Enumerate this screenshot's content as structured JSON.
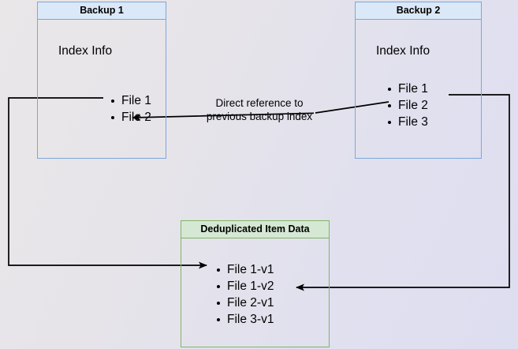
{
  "diagram": {
    "title": "Backup deduplication index reference diagram",
    "background": {
      "from_color": "#e9e7e8",
      "to_color": "#dedef1"
    },
    "colors": {
      "backup_border": "#7ea6d9",
      "backup_header_fill": "#dbe8f7",
      "dedup_border": "#82b366",
      "dedup_header_fill": "#d5e8d4",
      "connector": "#000000"
    },
    "nodes": {
      "backup1": {
        "header": "Backup 1",
        "subtitle": "Index Info",
        "items": [
          "File 1",
          "File 2"
        ]
      },
      "backup2": {
        "header": "Backup 2",
        "subtitle": "Index Info",
        "items": [
          "File 1",
          "File 2",
          "File 3"
        ]
      },
      "dedup": {
        "header": "Deduplicated Item Data",
        "items": [
          "File 1-v1",
          "File 1-v2",
          "File 2-v1",
          "File 3-v1"
        ]
      }
    },
    "labels": {
      "direct_reference_line1": "Direct reference to",
      "direct_reference_line2": "previous backup index"
    },
    "connectors": [
      {
        "name": "backup2-file2-to-backup1-file2",
        "from": "Backup 2 / File 2",
        "to": "Backup 1 / File 2",
        "arrowhead": "to"
      },
      {
        "name": "backup1-file1-to-dedup-file1v1",
        "from": "Backup 1 / File 1",
        "to": "Deduplicated Item Data / File 1-v1",
        "arrowhead": "to"
      },
      {
        "name": "backup2-file1-to-dedup-file1v2",
        "from": "Backup 2 / File 1",
        "to": "Deduplicated Item Data / File 1-v2",
        "arrowhead": "to"
      }
    ]
  }
}
